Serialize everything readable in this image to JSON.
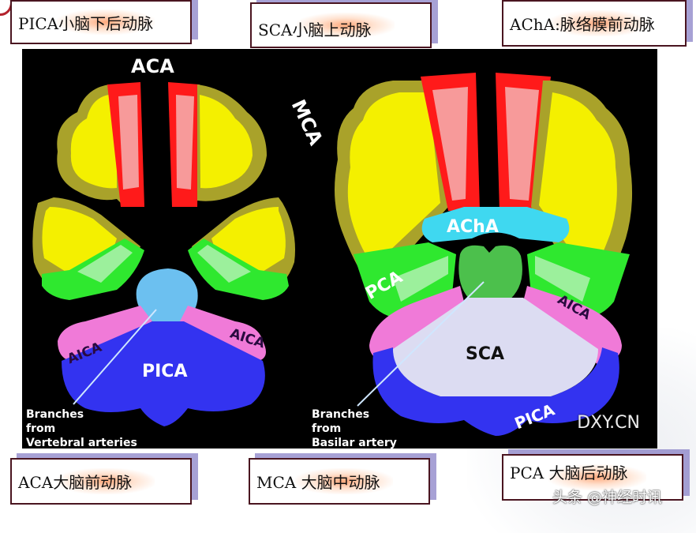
{
  "labels": {
    "top": [
      {
        "id": "pica",
        "text": "PICA小脑下后动脉"
      },
      {
        "id": "sca",
        "text": "SCA小脑上动脉"
      },
      {
        "id": "acha",
        "text": "AChA:脉络膜前动脉"
      }
    ],
    "bottom": [
      {
        "id": "aca",
        "text": "ACA大脑前动脉"
      },
      {
        "id": "mca",
        "text": "MCA 大脑中动脉"
      },
      {
        "id": "pca",
        "text": "PCA 大脑后动脉"
      }
    ]
  },
  "diagram": {
    "left_section": {
      "labels": {
        "aca": "ACA",
        "mca": "MCA",
        "aica_left": "AICA",
        "aica_right": "AICA",
        "pica": "PICA"
      },
      "caption": [
        "Branches",
        "from",
        "Vertebral arteries"
      ]
    },
    "right_section": {
      "labels": {
        "acha": "AChA",
        "pca": "PCA",
        "sca": "SCA",
        "aica": "AICA",
        "pica": "PICA"
      },
      "caption": [
        "Branches",
        "from",
        "Basilar artery"
      ]
    },
    "watermark": "DXY.CN"
  },
  "footer_watermark": "头条 @神经时讯",
  "colors": {
    "aca": "#ff1a1a",
    "aca_inner": "#f79a9a",
    "mca": "#f4f000",
    "cortex": "#a9a22a",
    "pca": "#2fe82f",
    "pca_light": "#9cf09c",
    "acha": "#3fd8f0",
    "aica": "#f07ad8",
    "pica": "#3333f0",
    "sca": "#dcdcf2",
    "brainstem_blue": "#6cc0f0",
    "midbrain_green": "#4cc04c",
    "box_border": "#4a1520",
    "box_shadow": "#7e76c0"
  }
}
